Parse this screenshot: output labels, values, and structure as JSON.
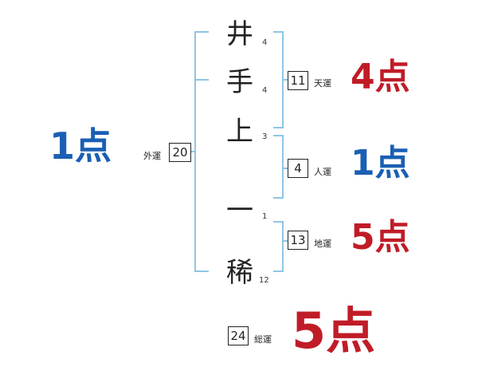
{
  "characters": [
    {
      "char": "井",
      "strokes": "4"
    },
    {
      "char": "手",
      "strokes": "4"
    },
    {
      "char": "上",
      "strokes": "3"
    },
    {
      "char": "一",
      "strokes": "1"
    },
    {
      "char": "稀",
      "strokes": "12"
    }
  ],
  "gaiun": {
    "value": "20",
    "label": "外運",
    "score": "1点",
    "score_color": "#1a5fb4"
  },
  "tenun": {
    "value": "11",
    "label": "天運",
    "score": "4点",
    "score_color": "#c01c28"
  },
  "jinun": {
    "value": "4",
    "label": "人運",
    "score": "1点",
    "score_color": "#1a5fb4"
  },
  "chiun": {
    "value": "13",
    "label": "地運",
    "score": "5点",
    "score_color": "#c01c28"
  },
  "souun": {
    "value": "24",
    "label": "総運",
    "score": "5点",
    "score_color": "#c01c28"
  },
  "bracket_color": "#8ec5e6"
}
